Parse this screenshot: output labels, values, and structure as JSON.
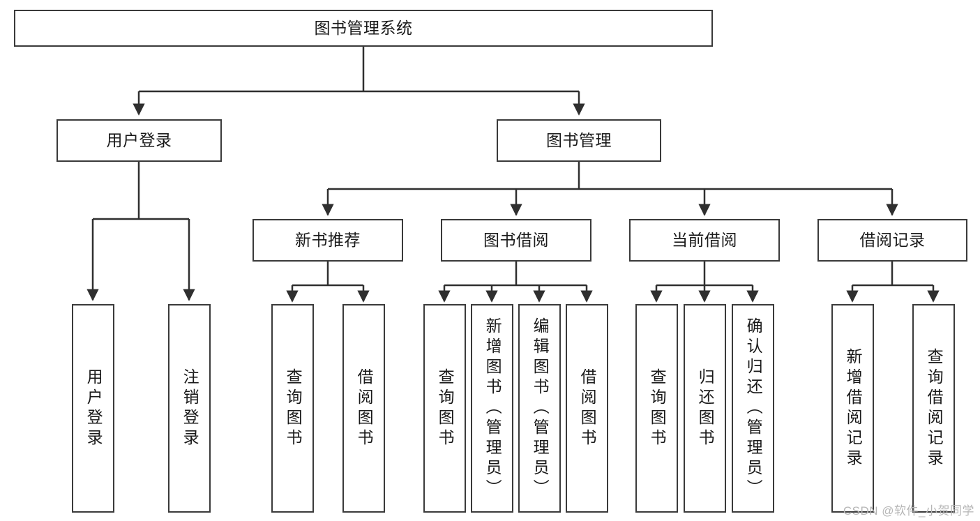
{
  "diagram": {
    "title": "图书管理系统",
    "type": "tree-hierarchy-diagram",
    "root": {
      "label": "图书管理系统"
    },
    "level2": [
      {
        "label": "用户登录"
      },
      {
        "label": "图书管理"
      }
    ],
    "level3": [
      {
        "label": "新书推荐"
      },
      {
        "label": "图书借阅"
      },
      {
        "label": "当前借阅"
      },
      {
        "label": "借阅记录"
      }
    ],
    "leaves": {
      "user_login": [
        {
          "label": "用户登录"
        },
        {
          "label": "注销登录"
        }
      ],
      "new_book_recommend": [
        {
          "label": "查询图书"
        },
        {
          "label": "借阅图书"
        }
      ],
      "book_borrow": [
        {
          "label": "查询图书"
        },
        {
          "label": "新增图书（管理员）"
        },
        {
          "label": "编辑图书（管理员）"
        },
        {
          "label": "借阅图书"
        }
      ],
      "current_borrow": [
        {
          "label": "查询图书"
        },
        {
          "label": "归还图书"
        },
        {
          "label": "确认归还（管理员）"
        }
      ],
      "borrow_record": [
        {
          "label": "新增借阅记录"
        },
        {
          "label": "查询借阅记录"
        }
      ]
    }
  },
  "watermark": {
    "text": "CSDN @软件_小贺同学"
  },
  "colors": {
    "border": "#3a3a3a",
    "background": "#ffffff",
    "text": "#1a1a1a",
    "watermark": "#b6b6b6"
  }
}
